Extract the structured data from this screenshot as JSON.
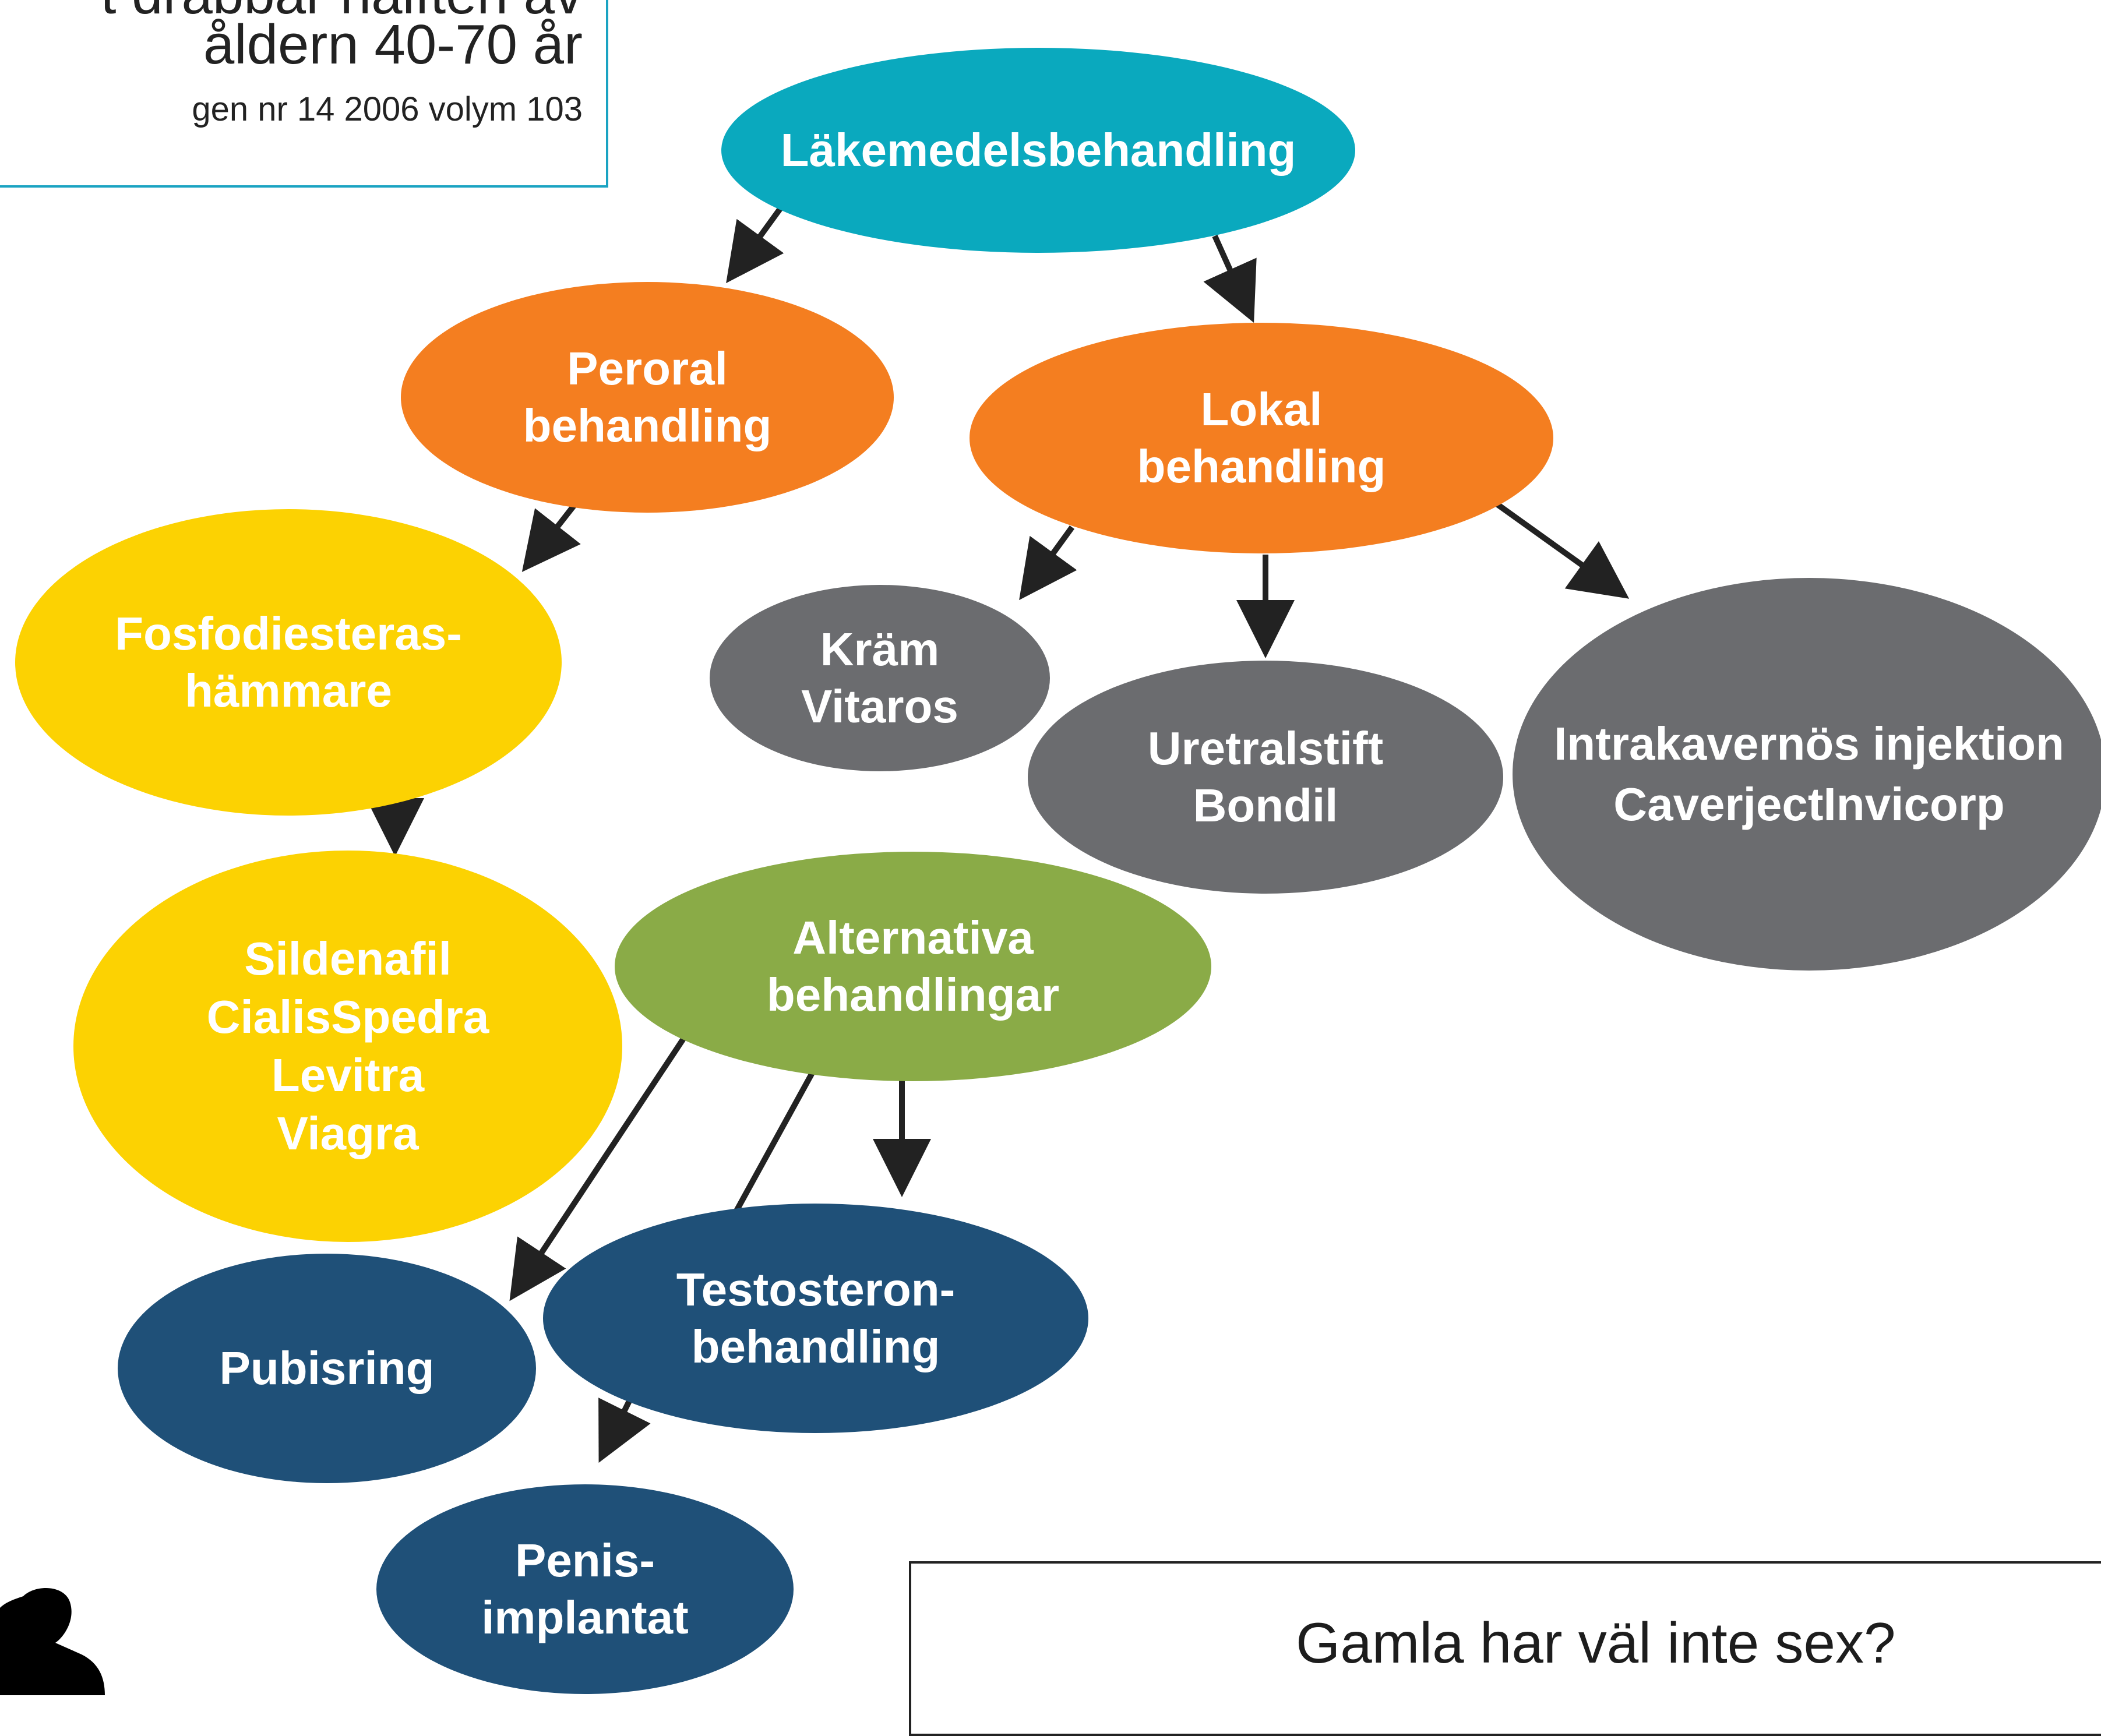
{
  "quote_box": {
    "line1": "t drabbar hälften av",
    "line2": "åldern 40-70 år",
    "line3": "gen nr 14 2006 volym 103"
  },
  "nodes": {
    "lakemedel": [
      "Läkemedelsbehandling"
    ],
    "peroral": [
      "Peroral",
      "behandling"
    ],
    "lokal": [
      "Lokal",
      "behandling"
    ],
    "fosfo": [
      "Fosfodiesteras-",
      "hämmare"
    ],
    "kram": [
      "Kräm",
      "Vitaros"
    ],
    "uretral": [
      "Uretralstift",
      "Bondil"
    ],
    "intrakav": [
      "Intrakavernös injektion",
      "CaverjectInvicorp"
    ],
    "sildenafil": [
      "Sildenafil",
      "CialisSpedra",
      "Levitra",
      "Viagra"
    ],
    "alternativa": [
      "Alternativa",
      "behandlingar"
    ],
    "pubisring": [
      "Pubisring"
    ],
    "testosteron": [
      "Testosteron-",
      "behandling"
    ],
    "penis": [
      "Penis-",
      "implantat"
    ]
  },
  "bottom_box": {
    "text": "Gamla har väl inte sex?"
  },
  "colors": {
    "teal": "#0aa9be",
    "orange": "#f47e20",
    "yellow": "#fcd202",
    "gray": "#6b6c6f",
    "green": "#8aab47",
    "blue": "#1f5078",
    "arrow": "#222222"
  }
}
